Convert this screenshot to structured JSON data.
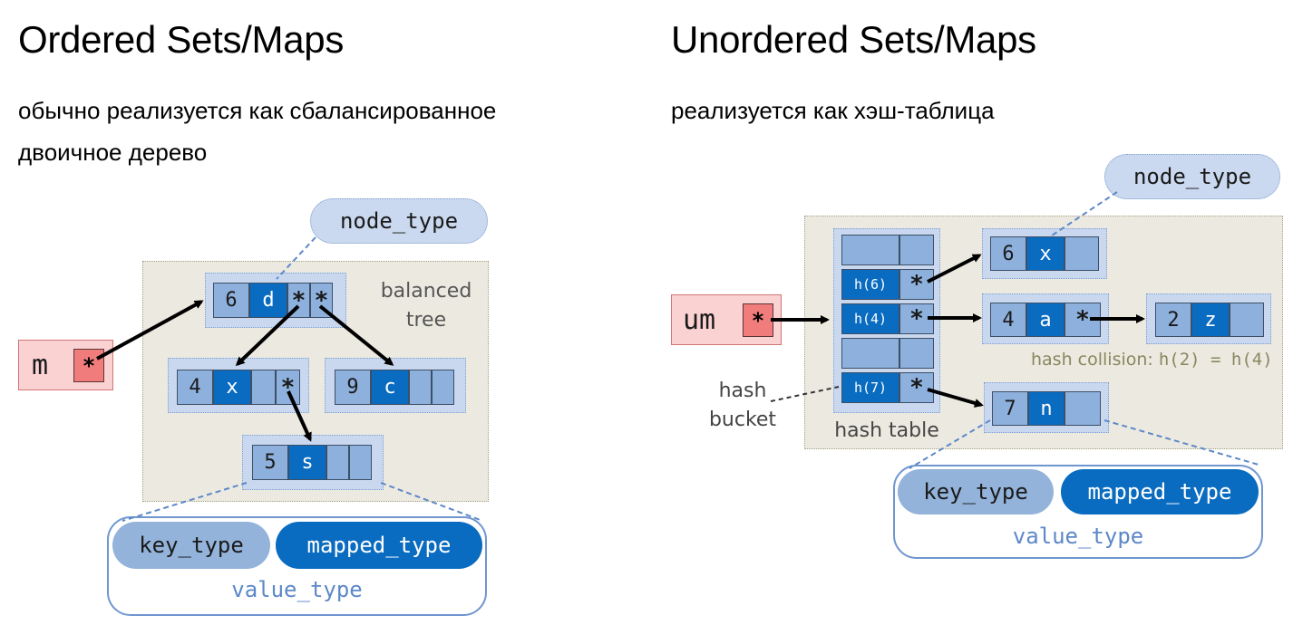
{
  "left": {
    "title": "Ordered Sets/Maps",
    "subtitle_line1": "обычно реализуется как сбалансированное",
    "subtitle_line2": "двоичное дерево",
    "node_type_label": "node_type",
    "panel_label_line1": "balanced",
    "panel_label_line2": "tree",
    "pointer_name": "m",
    "star": "*",
    "nodes": [
      {
        "key": "6",
        "value": "d"
      },
      {
        "key": "4",
        "value": "x"
      },
      {
        "key": "9",
        "value": "c"
      },
      {
        "key": "5",
        "value": "s"
      }
    ],
    "key_type_label": "key_type",
    "mapped_type_label": "mapped_type",
    "value_type_label": "value_type"
  },
  "right": {
    "title": "Unordered Sets/Maps",
    "subtitle": "реализуется как хэш-таблица",
    "node_type_label": "node_type",
    "pointer_name": "um",
    "star": "*",
    "buckets": [
      "h(6)",
      "h(4)",
      "h(7)"
    ],
    "hash_table_label": "hash table",
    "hash_bucket_line1": "hash",
    "hash_bucket_line2": "bucket",
    "collision_prefix": "hash collision: ",
    "collision_expr": "h(2) = h(4)",
    "nodes": [
      {
        "key": "6",
        "value": "x"
      },
      {
        "key": "4",
        "value": "a"
      },
      {
        "key": "2",
        "value": "z"
      },
      {
        "key": "7",
        "value": "n"
      }
    ],
    "key_type_label": "key_type",
    "mapped_type_label": "mapped_type",
    "value_type_label": "value_type"
  },
  "colors": {
    "node_bg": "#c9d8ef",
    "key_cell": "#8db0dc",
    "value_cell": "#0a6cc0",
    "panel_bg": "#eceae0",
    "pointer_bg": "#fbd2d2",
    "pointer_cell": "#f07c7c"
  }
}
